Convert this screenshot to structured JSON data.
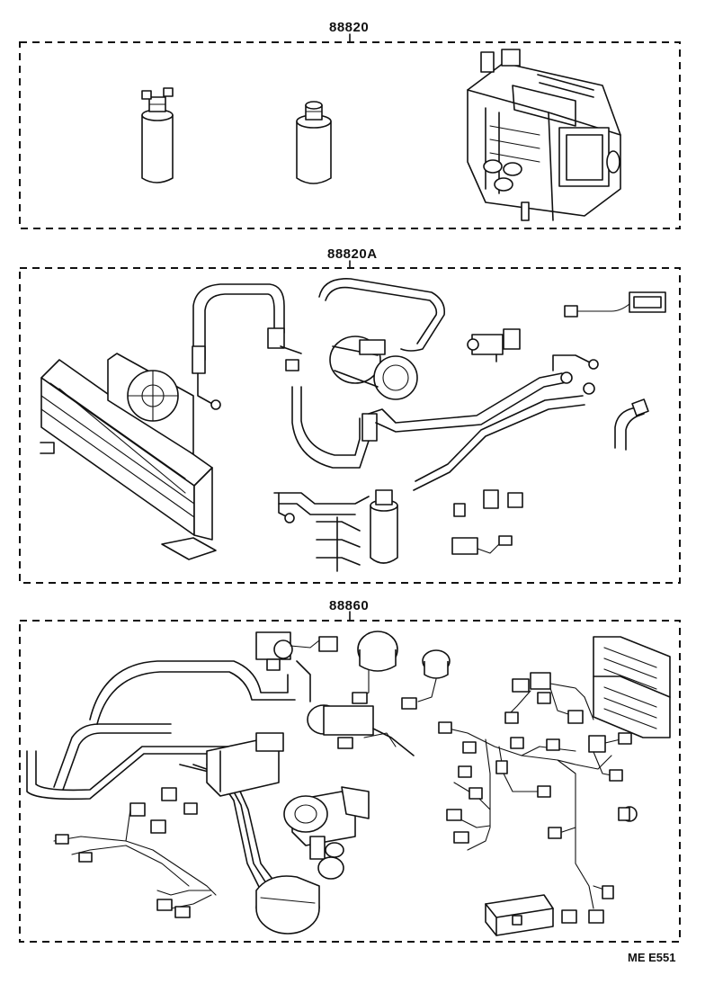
{
  "groups": [
    {
      "label": "88820"
    },
    {
      "label": "88820A"
    },
    {
      "label": "88860"
    }
  ],
  "figure_code": "ME E551"
}
